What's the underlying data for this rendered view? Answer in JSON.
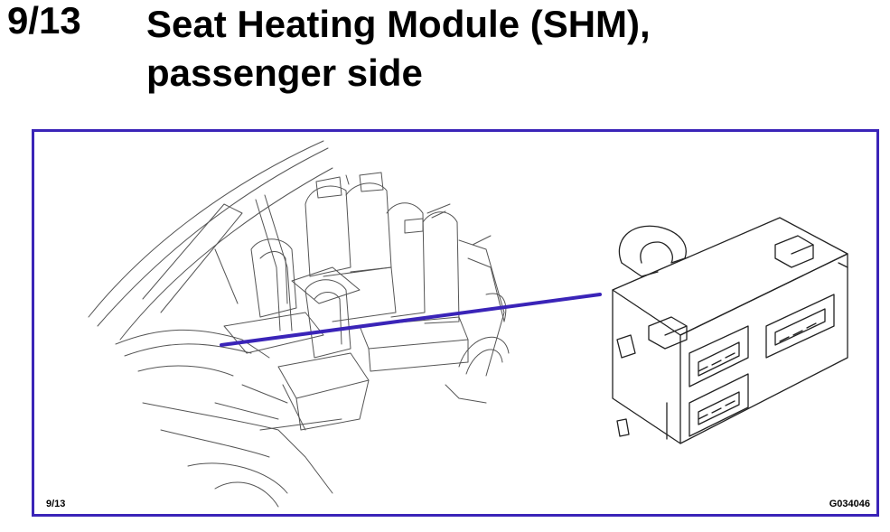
{
  "header": {
    "number": "9/13",
    "title_line1": "Seat Heating Module (SHM),",
    "title_line2": "passenger side"
  },
  "figure": {
    "page_ref": "9/13",
    "figure_id": "G034046",
    "frame_color": "#3a24b8",
    "pointer_color": "#3a24b8"
  }
}
